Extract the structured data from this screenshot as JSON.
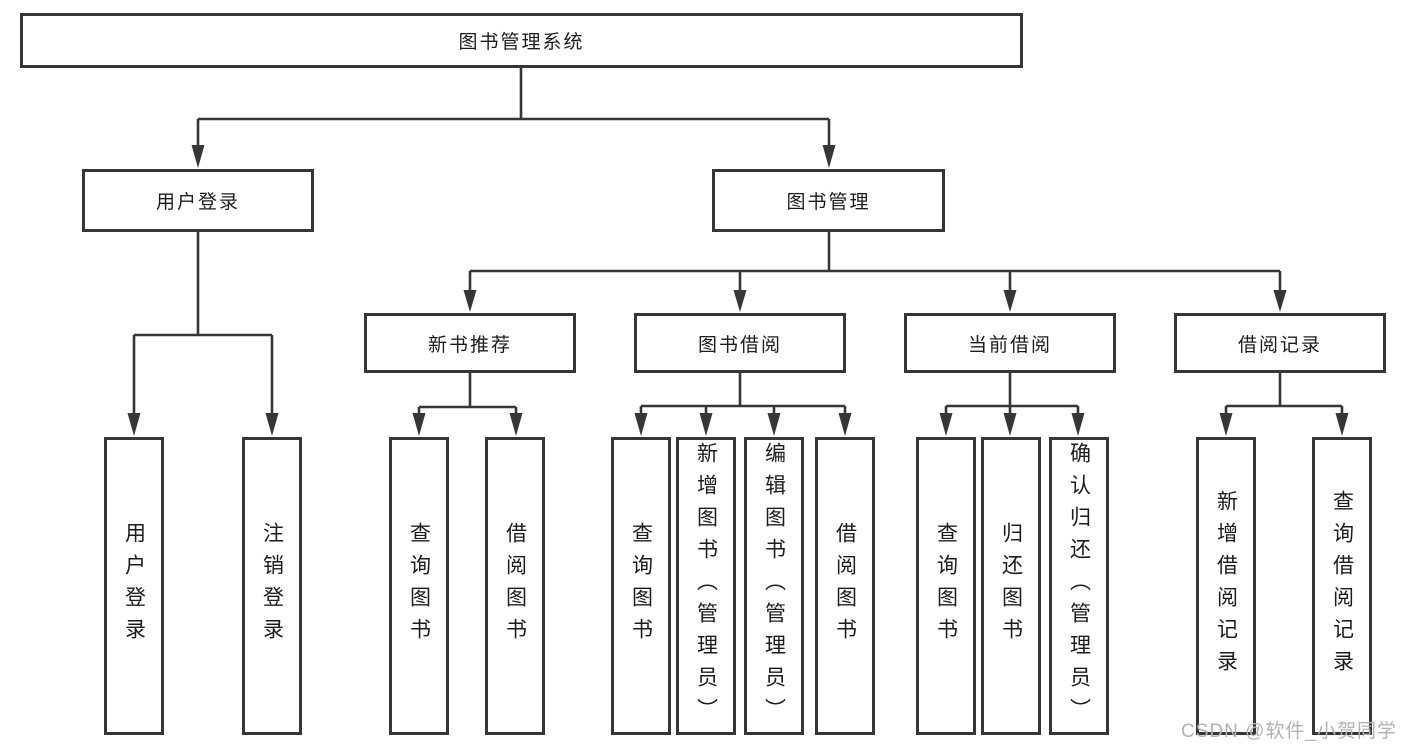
{
  "diagram": {
    "root": "图书管理系统",
    "level2": {
      "user_login": "用户登录",
      "book_management": "图书管理"
    },
    "level3": {
      "new_book_recommend": "新书推荐",
      "book_borrow": "图书借阅",
      "current_borrow": "当前借阅",
      "borrow_records": "借阅记录"
    },
    "leaves": {
      "user_login": "用户登录",
      "logout": "注销登录",
      "recommend_query": "查询图书",
      "recommend_borrow": "借阅图书",
      "borrow_query": "查询图书",
      "borrow_add_admin": "新增图书（管理员）",
      "borrow_edit_admin": "编辑图书（管理员）",
      "borrow_borrow": "借阅图书",
      "current_query": "查询图书",
      "current_return": "归还图书",
      "current_confirm_admin": "确认归还（管理员）",
      "records_add": "新增借阅记录",
      "records_query": "查询借阅记录"
    }
  },
  "watermark": "CSDN @软件_小贺同学",
  "colors": {
    "line": "#363636",
    "text": "#1c1c1c",
    "watermark": "#b2b2b2"
  }
}
